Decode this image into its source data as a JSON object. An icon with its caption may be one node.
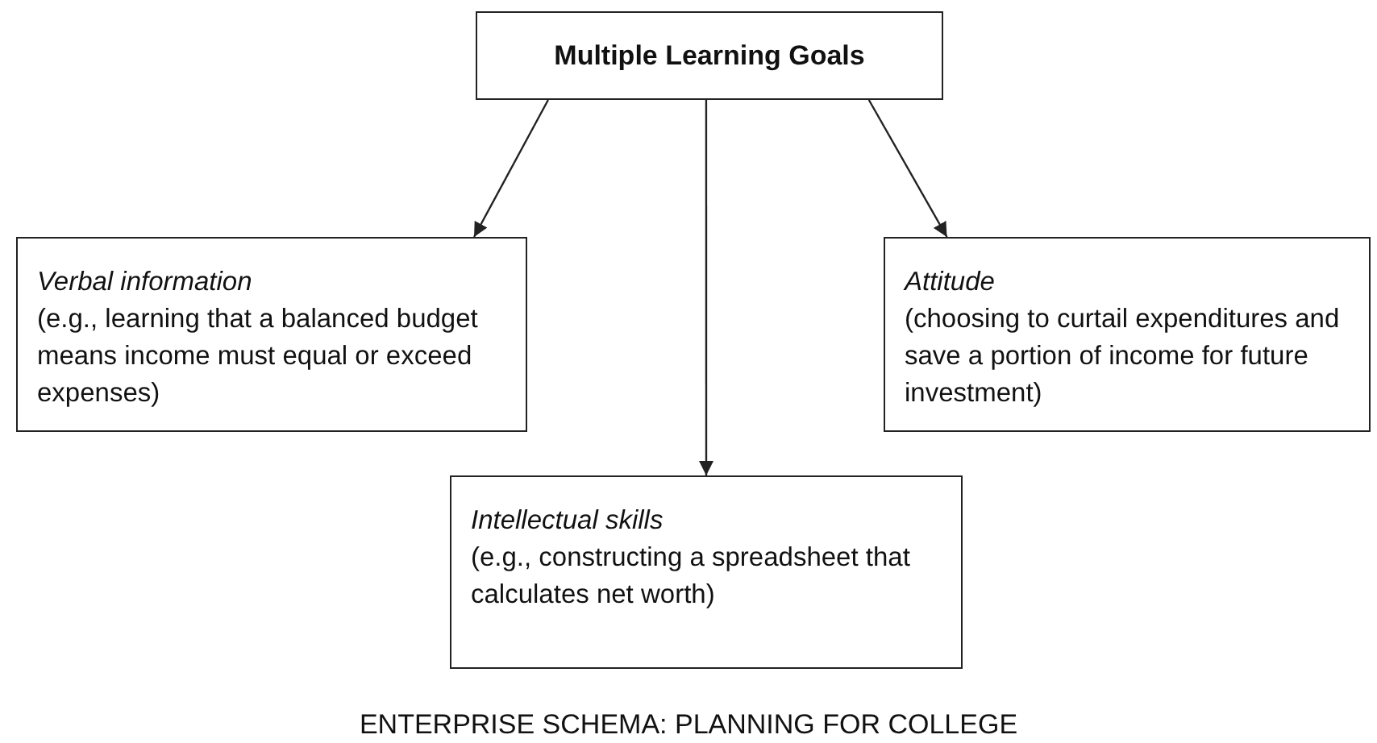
{
  "diagram": {
    "nodes": [
      {
        "text": [
          "Multiple Learning Goals"
        ]
      },
      {
        "text": [
          "Verbal information",
          "(e.g., learning that a balanced budget means income must equal or exceed expenses)"
        ]
      },
      {
        "text": [
          "Attitude",
          "(choosing to curtail expenditures and save a portion of income for future investment)"
        ]
      },
      {
        "text": [
          "Intellectual skills",
          "(e.g., constructing a spreadsheet that calculates net worth)"
        ]
      }
    ],
    "edges": [
      {
        "from": 0,
        "to": 1,
        "arrow": "to"
      },
      {
        "from": 0,
        "to": 3,
        "arrow": "to"
      },
      {
        "from": 0,
        "to": 2,
        "arrow": "to"
      }
    ],
    "caption": "ENTERPRISE SCHEMA: PLANNING FOR COLLEGE"
  }
}
